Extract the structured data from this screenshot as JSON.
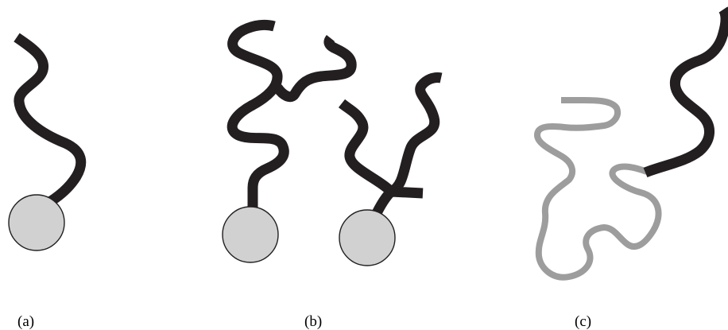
{
  "panels": [
    {
      "id": "a",
      "label": "(a)"
    },
    {
      "id": "b",
      "label": "(b)"
    },
    {
      "id": "c",
      "label": "(c)"
    }
  ],
  "colors": {
    "chain_dark": "#231f20",
    "chain_collapsed": "#9d9d9d",
    "particle_fill": "#d1d1d1",
    "particle_stroke": "#231f20",
    "background": "#ffffff"
  }
}
